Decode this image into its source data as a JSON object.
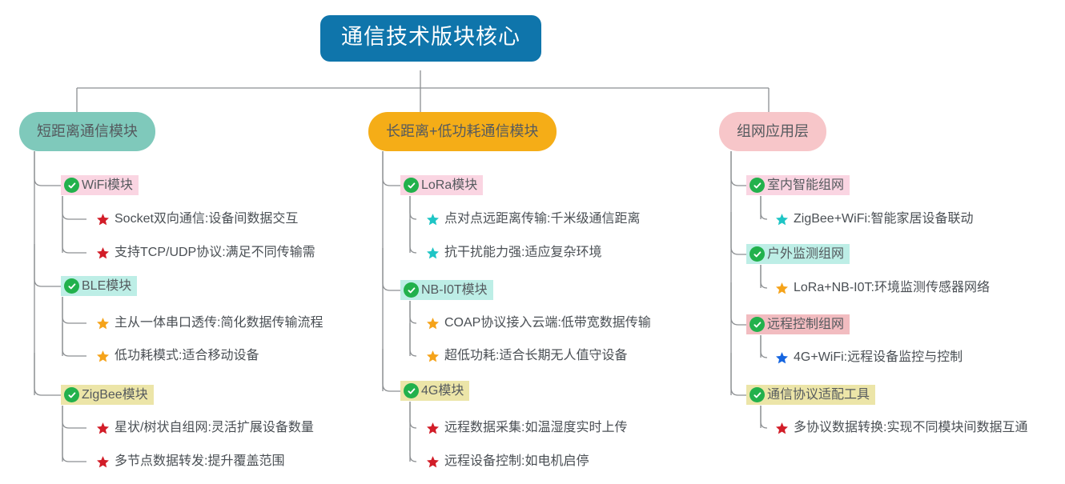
{
  "diagram": {
    "type": "mind-map",
    "title": "通信技术版块核心",
    "root": {
      "label": "通信技术版块核心",
      "color": "#0f75ab",
      "text_color": "#ffffff"
    },
    "branches": [
      {
        "label": "短距离通信模块",
        "color": "#7fc9bb",
        "topics": [
          {
            "label": "WiFi模块",
            "highlight": "#fad5e2",
            "icon": "check-circle-icon",
            "leaves": [
              {
                "label": "Socket双向通信:设备间数据交互",
                "icon": "star-icon",
                "color": "#d21d28"
              },
              {
                "label": "支持TCP/UDP协议:满足不同传输需",
                "icon": "star-icon",
                "color": "#d21d28"
              }
            ]
          },
          {
            "label": "BLE模块",
            "highlight": "#bdeee6",
            "icon": "check-circle-icon",
            "leaves": [
              {
                "label": "主从一体串口透传:简化数据传输流程",
                "icon": "star-icon",
                "color": "#f5a31a"
              },
              {
                "label": "低功耗模式:适合移动设备",
                "icon": "star-icon",
                "color": "#f5a31a"
              }
            ]
          },
          {
            "label": "ZigBee模块",
            "highlight": "#ece5a8",
            "icon": "check-circle-icon",
            "leaves": [
              {
                "label": "星状/树状自组网:灵活扩展设备数量",
                "icon": "star-icon",
                "color": "#d21d28"
              },
              {
                "label": "多节点数据转发:提升覆盖范围",
                "icon": "star-icon",
                "color": "#d21d28"
              }
            ]
          }
        ]
      },
      {
        "label": "长距离+低功耗通信模块",
        "color": "#f5ad17",
        "topics": [
          {
            "label": "LoRa模块",
            "highlight": "#fad5e2",
            "icon": "check-circle-icon",
            "leaves": [
              {
                "label": "点对点远距离传输:千米级通信距离",
                "icon": "star-icon",
                "color": "#1ec5c5"
              },
              {
                "label": "抗干扰能力强:适应复杂环境",
                "icon": "star-icon",
                "color": "#1ec5c5"
              }
            ]
          },
          {
            "label": "NB-I0T模块",
            "highlight": "#bdeee6",
            "icon": "check-circle-icon",
            "leaves": [
              {
                "label": "COAP协议接入云端:低带宽数据传输",
                "icon": "star-icon",
                "color": "#f5a31a"
              },
              {
                "label": "超低功耗:适合长期无人值守设备",
                "icon": "star-icon",
                "color": "#f5a31a"
              }
            ]
          },
          {
            "label": "4G模块",
            "highlight": "#ece5a8",
            "icon": "check-circle-icon",
            "leaves": [
              {
                "label": "远程数据采集:如温湿度实时上传",
                "icon": "star-icon",
                "color": "#d21d28"
              },
              {
                "label": "远程设备控制:如电机启停",
                "icon": "star-icon",
                "color": "#d21d28"
              }
            ]
          }
        ]
      },
      {
        "label": "组网应用层",
        "color": "#f7c6c9",
        "topics": [
          {
            "label": "室内智能组网",
            "highlight": "#fad5e2",
            "icon": "check-circle-icon",
            "leaves": [
              {
                "label": "ZigBee+WiFi:智能家居设备联动",
                "icon": "star-icon",
                "color": "#1ec5c5"
              }
            ]
          },
          {
            "label": "户外监测组网",
            "highlight": "#bdeee6",
            "icon": "check-circle-icon",
            "leaves": [
              {
                "label": "LoRa+NB-I0T:环境监测传感器网络",
                "icon": "star-icon",
                "color": "#f5a31a"
              }
            ]
          },
          {
            "label": "远程控制组网",
            "highlight": "#f2bcc0",
            "icon": "check-circle-icon",
            "leaves": [
              {
                "label": "4G+WiFi:远程设备监控与控制",
                "icon": "star-icon",
                "color": "#1565e0"
              }
            ]
          },
          {
            "label": "通信协议适配工具",
            "highlight": "#ece5a8",
            "icon": "check-circle-icon",
            "leaves": [
              {
                "label": "多协议数据转换:实现不同模块间数据互通",
                "icon": "star-icon",
                "color": "#d21d28"
              }
            ]
          }
        ]
      }
    ],
    "link_color": "#8c8f92"
  }
}
